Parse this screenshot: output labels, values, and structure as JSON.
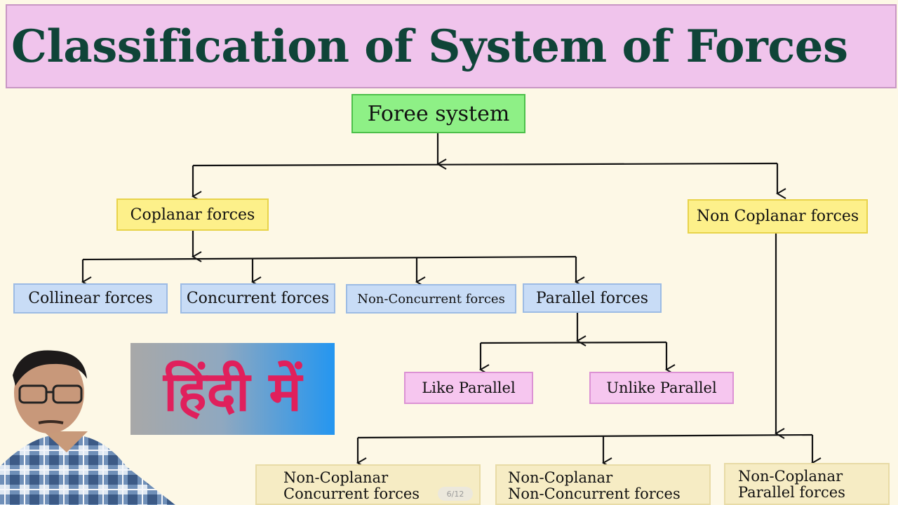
{
  "title": "Classification of System of Forces",
  "root": {
    "label": "Foree system"
  },
  "level1": {
    "coplanar": "Coplanar forces",
    "non_coplanar": "Non Coplanar forces"
  },
  "coplanar_children": {
    "collinear": "Collinear forces",
    "concurrent": "Concurrent forces",
    "non_concurrent": "Non-Concurrent forces",
    "parallel": "Parallel forces"
  },
  "parallel_children": {
    "like": "Like Parallel",
    "unlike": "Unlike Parallel"
  },
  "non_coplanar_children": {
    "concurrent": {
      "line1": "Non-Coplanar",
      "line2": "Concurrent forces"
    },
    "non_concurrent": {
      "line1": "Non-Coplanar",
      "line2": "Non-Concurrent forces"
    },
    "parallel": {
      "line1": "Non-Coplanar",
      "line2": "Parallel forces"
    }
  },
  "overlay_badge": "हिंदी में",
  "page_indicator": "6/12",
  "colors": {
    "title_bg": "#f0c4ec",
    "title_text": "#0f4438",
    "root_bg": "#8ef086",
    "level1_bg": "#fdf08a",
    "coplanar_child_bg": "#c8dcf6",
    "parallel_child_bg": "#f6c6ef",
    "non_coplanar_child_bg": "#f6ecc4",
    "badge_text": "#e0205c"
  }
}
